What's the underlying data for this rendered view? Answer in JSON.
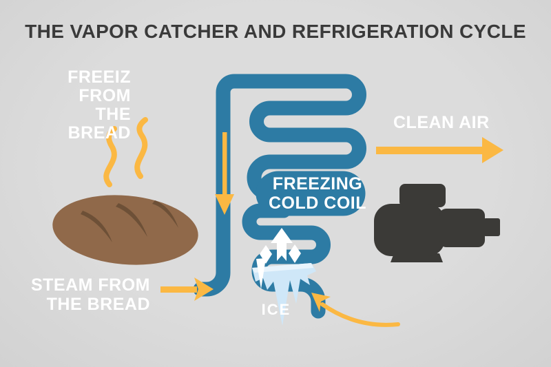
{
  "header": {
    "title": "THE VAPOR CATCHER AND REFRIGERATION CYCLE"
  },
  "labels": {
    "freeze": {
      "line1": "FREEIZ",
      "line2": "FROM THE",
      "line3": "BREAD"
    },
    "steam": {
      "line1": "STEAM FROM",
      "line2": "THE BREAD"
    },
    "clean_air": "CLEAN AIR",
    "coil": {
      "line1": "FREEZING",
      "line2": "COLD COIL"
    },
    "ice": "ICE"
  },
  "icons": {
    "steam_wave": "wavy-line ~",
    "bread_loaf": "loaf ellipse with 3 score marks",
    "coil_pipe": "serpentine pipe",
    "flow_down_arrow": "↓",
    "steam_flow_arrow": "→",
    "clean_air_arrow": "→",
    "recirculation_arrow": "curved ↖",
    "vapor_up_arrow": "↑",
    "ice_crystal": "◆",
    "ice_block": "jagged icicle block",
    "compressor_motor": "motor silhouette"
  },
  "colors": {
    "background": "#dcdcdc",
    "title_text": "#3a3a3a",
    "label_text": "#ffffff",
    "pipe_blue": "#2d7ba4",
    "accent_yellow": "#fbb843",
    "ice_blue": "#cfe7f8",
    "ice_highlight": "#e9f4fc",
    "bread_brown": "#90694a",
    "bread_score": "#6d5037",
    "motor_dark": "#3b3a37"
  }
}
